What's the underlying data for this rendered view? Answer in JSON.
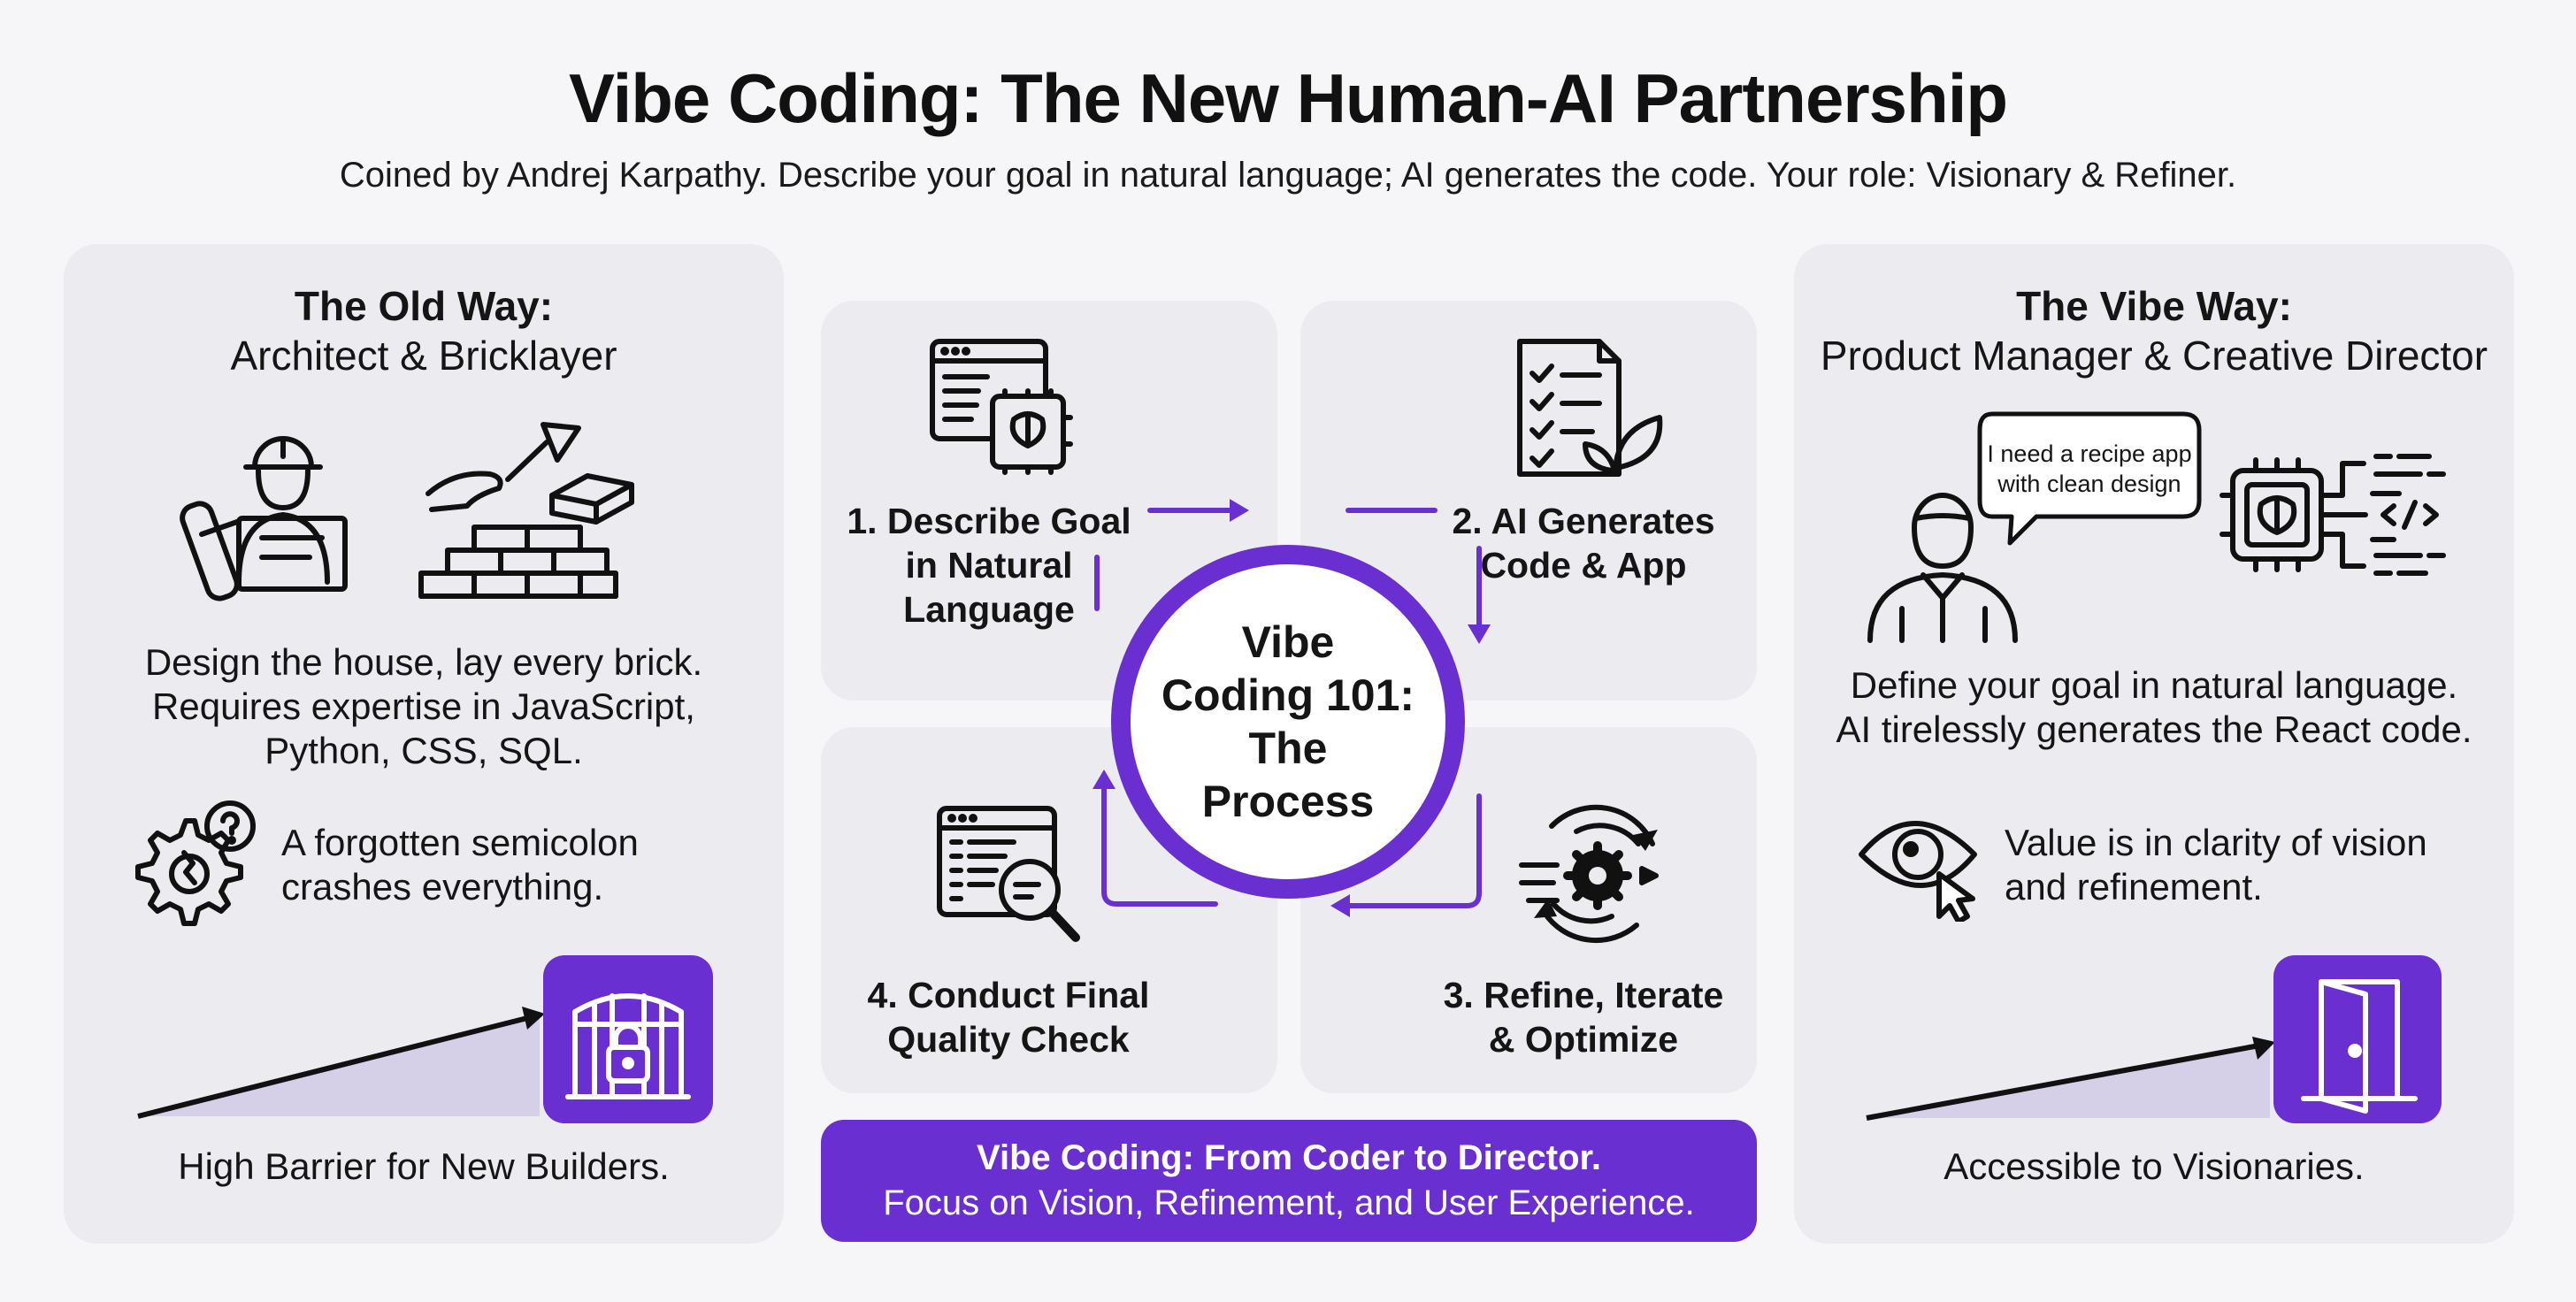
{
  "header": {
    "title": "Vibe Coding: The New Human-AI Partnership",
    "subtitle": "Coined by Andrej Karpathy. Describe your goal in natural language; AI generates the code. Your role: Visionary & Refiner."
  },
  "old_way": {
    "title": "The Old Way:",
    "role": "Architect & Bricklayer",
    "description": [
      "Design the house, lay every brick.",
      "Requires expertise in JavaScript,",
      "Python, CSS, SQL."
    ],
    "warning": [
      "A forgotten semicolon",
      "crashes everything."
    ],
    "footer": "High Barrier for New Builders."
  },
  "vibe_way": {
    "title": "The Vibe Way:",
    "role": "Product Manager & Creative Director",
    "speech": [
      "I need a recipe app",
      "with clean design"
    ],
    "description": [
      "Define your goal in natural language.",
      "AI tirelessly generates the React code."
    ],
    "value": [
      "Value is in clarity of vision",
      "and refinement."
    ],
    "footer": "Accessible to Visionaries."
  },
  "process": {
    "center": [
      "Vibe",
      "Coding 101:",
      "The",
      "Process"
    ],
    "steps": [
      {
        "lines": [
          "1. Describe Goal",
          "in Natural",
          "Language"
        ]
      },
      {
        "lines": [
          "2. AI Generates",
          "Code & App"
        ]
      },
      {
        "lines": [
          "3. Refine, Iterate",
          "& Optimize"
        ]
      },
      {
        "lines": [
          "4. Conduct Final",
          "Quality Check"
        ]
      }
    ]
  },
  "banner": {
    "line1": "Vibe Coding: From Coder to Director.",
    "line2": "Focus on Vision, Refinement, and User Experience."
  },
  "colors": {
    "accent": "#6a2fd0",
    "panel": "#ebebf0",
    "background": "#f6f6f8",
    "ramp": "#d6cfe8"
  }
}
